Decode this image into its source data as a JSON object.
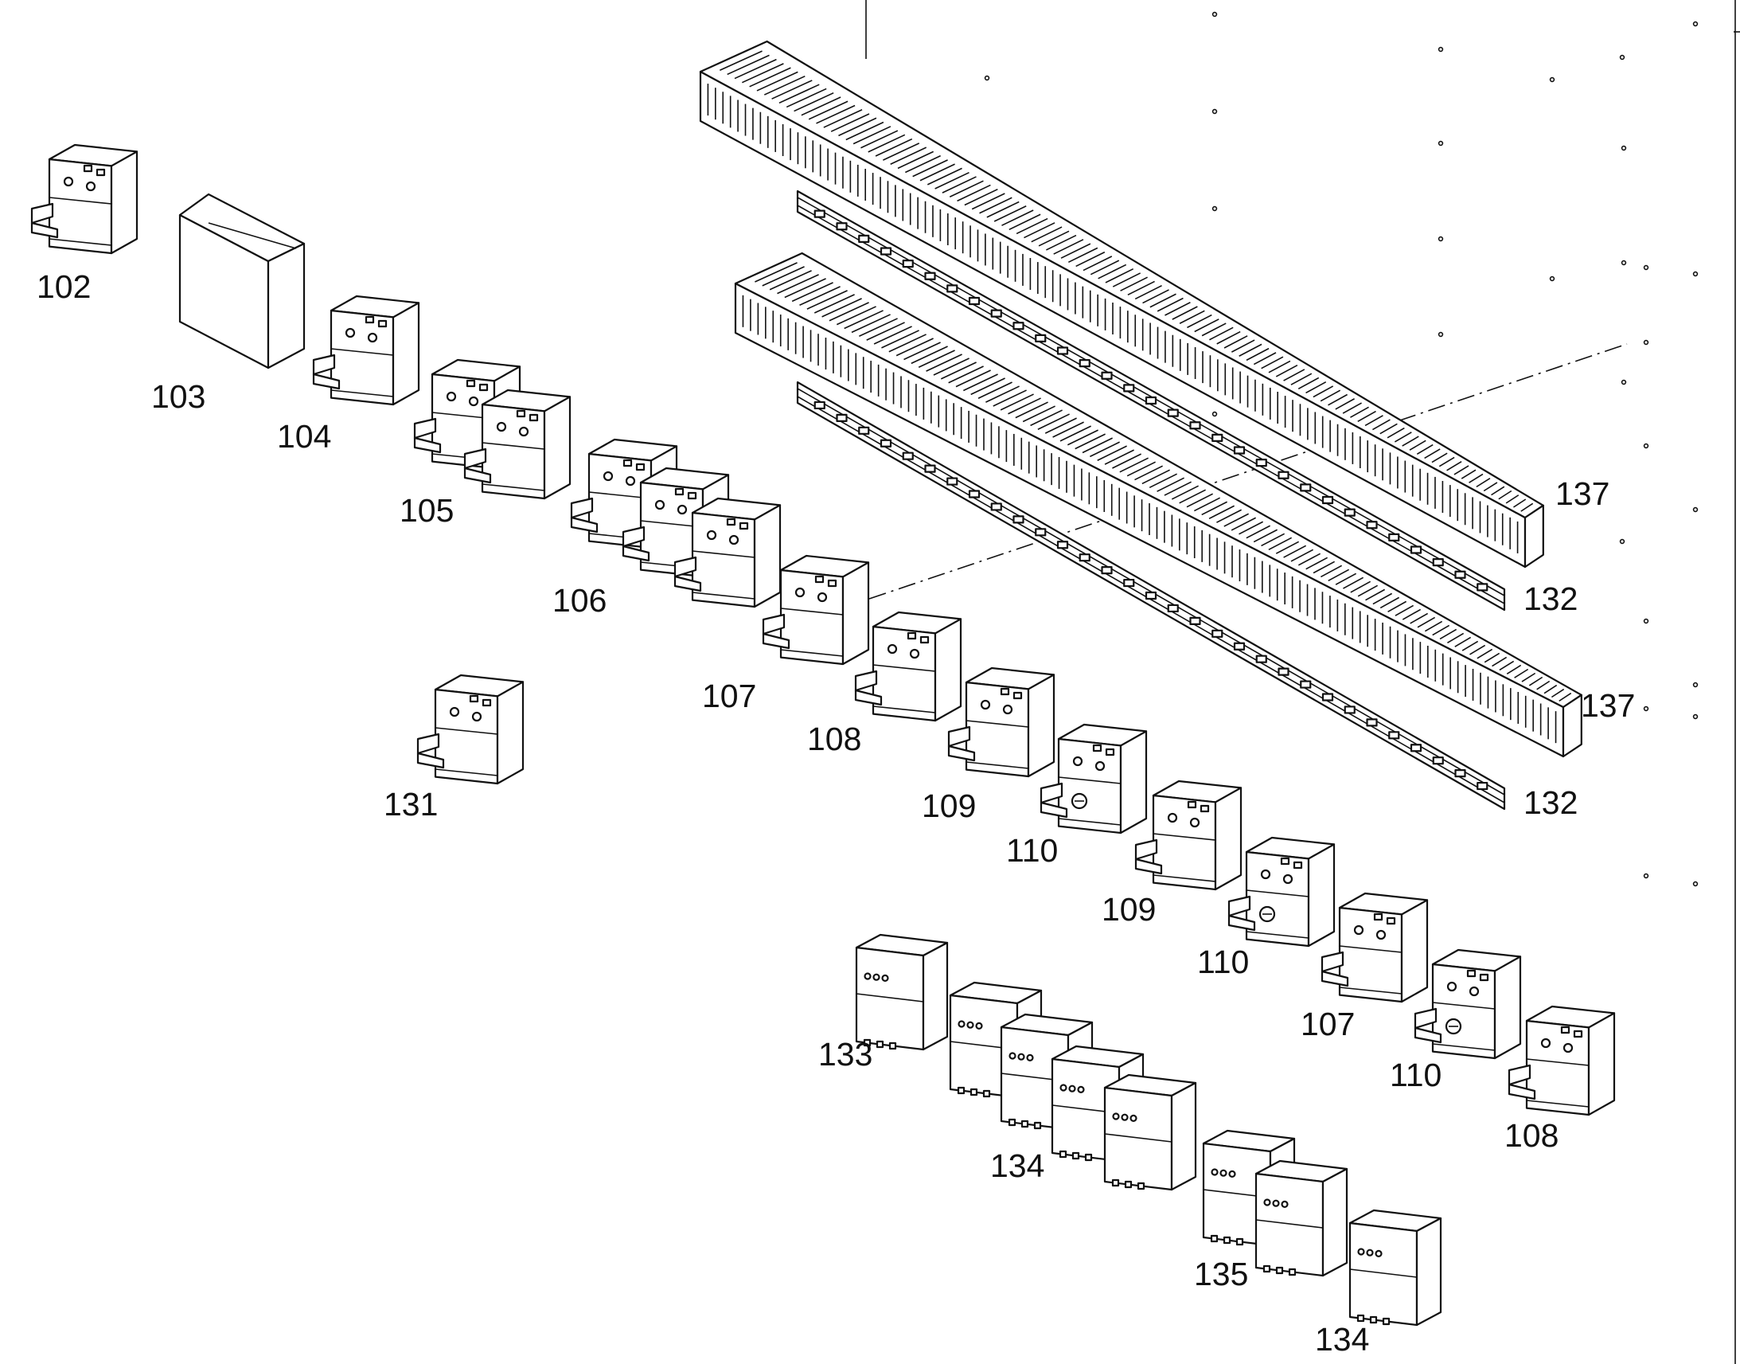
{
  "colors": {
    "line": "#111111",
    "background": "#ffffff"
  },
  "parts": [
    {
      "id": "p102",
      "label": "102",
      "kind": "breaker"
    },
    {
      "id": "p103",
      "label": "103",
      "kind": "cover-box"
    },
    {
      "id": "p104",
      "label": "104",
      "kind": "breaker"
    },
    {
      "id": "p105",
      "label": "105",
      "kind": "breaker",
      "count": 2
    },
    {
      "id": "p106",
      "label": "106",
      "kind": "breaker",
      "count": 3
    },
    {
      "id": "p107a",
      "label": "107",
      "kind": "breaker"
    },
    {
      "id": "p108a",
      "label": "108",
      "kind": "breaker"
    },
    {
      "id": "p109a",
      "label": "109",
      "kind": "breaker"
    },
    {
      "id": "p110a",
      "label": "110",
      "kind": "breaker-with-knob"
    },
    {
      "id": "p109b",
      "label": "109",
      "kind": "breaker"
    },
    {
      "id": "p110b",
      "label": "110",
      "kind": "breaker-with-knob"
    },
    {
      "id": "p107b",
      "label": "107",
      "kind": "breaker"
    },
    {
      "id": "p110c",
      "label": "110",
      "kind": "breaker-with-knob"
    },
    {
      "id": "p108b",
      "label": "108",
      "kind": "breaker"
    },
    {
      "id": "p131",
      "label": "131",
      "kind": "breaker"
    },
    {
      "id": "p133",
      "label": "133",
      "kind": "relay-module"
    },
    {
      "id": "p134a",
      "label": "134",
      "kind": "relay-module",
      "count": 4
    },
    {
      "id": "p135",
      "label": "135",
      "kind": "relay-module",
      "count": 2
    },
    {
      "id": "p134b",
      "label": "134",
      "kind": "relay-module"
    },
    {
      "id": "p137a",
      "label": "137",
      "kind": "cable-duct"
    },
    {
      "id": "p132a",
      "label": "132",
      "kind": "din-rail"
    },
    {
      "id": "p137b",
      "label": "137",
      "kind": "cable-duct"
    },
    {
      "id": "p132b",
      "label": "132",
      "kind": "din-rail"
    }
  ]
}
